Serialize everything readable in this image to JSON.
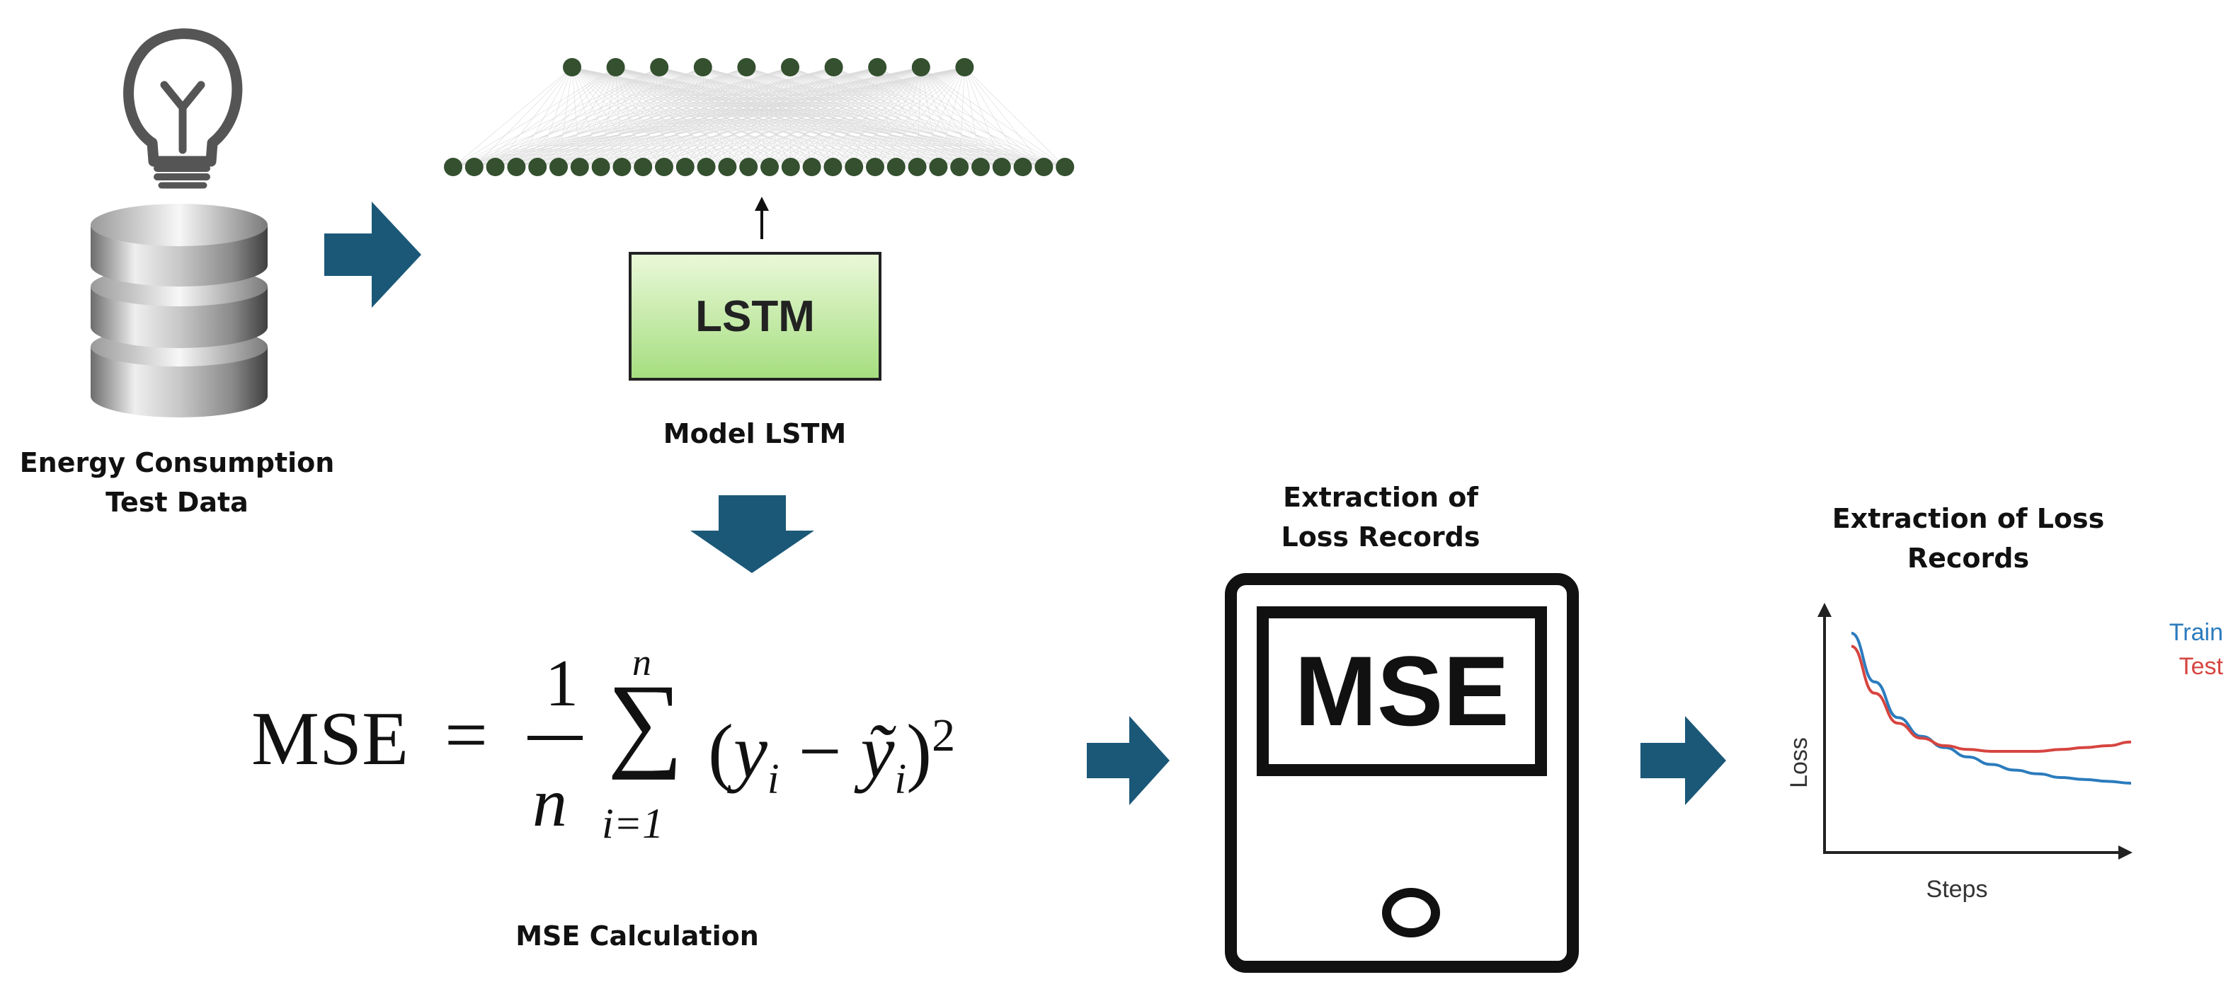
{
  "data_section": {
    "label_line1": "Energy Consumption",
    "label_line2": "Test Data"
  },
  "model": {
    "box_label": "LSTM",
    "caption": "Model LSTM",
    "input_nodes": 10,
    "hidden_nodes": 30
  },
  "formula": {
    "lhs": "MSE",
    "numerator": "1",
    "denominator": "n",
    "upper": "n",
    "lower": "i=1",
    "caption": "MSE Calculation"
  },
  "device": {
    "title_line1": "Extraction of",
    "title_line2": "Loss Records",
    "screen_text": "MSE"
  },
  "loss_chart": {
    "title_line1": "Extraction of Loss",
    "title_line2": "Records"
  },
  "chart_data": {
    "type": "line",
    "xlabel": "Steps",
    "ylabel": "Loss",
    "series": [
      {
        "name": "Train",
        "color": "#2b7bbd",
        "values": [
          1.0,
          0.74,
          0.55,
          0.45,
          0.39,
          0.34,
          0.3,
          0.27,
          0.25,
          0.23,
          0.22,
          0.21,
          0.2
        ]
      },
      {
        "name": "Test",
        "color": "#d64540",
        "values": [
          0.93,
          0.68,
          0.52,
          0.44,
          0.4,
          0.38,
          0.37,
          0.37,
          0.37,
          0.38,
          0.39,
          0.4,
          0.42
        ]
      }
    ],
    "legend_position": "top-right",
    "grid": false
  },
  "colors": {
    "arrow": "#1b5878",
    "node": "#34502f",
    "lstm_top": "#e9f8d8",
    "lstm_bottom": "#a6de80"
  }
}
